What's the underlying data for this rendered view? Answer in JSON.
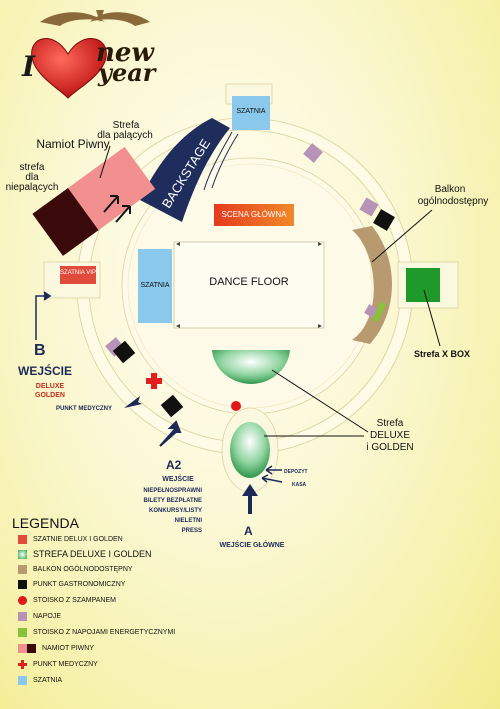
{
  "logo": {
    "letter_i": "I",
    "word_new": "new",
    "word_year": "year",
    "heart_color": "#d42222"
  },
  "zones": {
    "szatnia_top": "SZATNIA",
    "szatnia_left": "SZATNIA",
    "szatnia_vip": "SZATNIA VIP",
    "backstage": "BACKSTAGE",
    "scena": "SCENA GŁÓWNA",
    "dance_floor": "DANCE FLOOR"
  },
  "callouts": {
    "namiot_piwny": "Namiot Piwny",
    "strefa_palacych_1": "Strefa",
    "strefa_palacych_2": "dla palących",
    "strefa_niepalacych_1": "strefa",
    "strefa_niepalacych_2": "dla",
    "strefa_niepalacych_3": "niepalących",
    "balkon_1": "Balkon",
    "balkon_2": "ogólnodostępny",
    "xbox": "Strefa X BOX",
    "deluxe_1": "Strefa",
    "deluxe_2": "DELUXE",
    "deluxe_3": "i GOLDEN",
    "depozyt": "DEPOZYT",
    "kasa": "KASA"
  },
  "entrances": {
    "b_letter": "B",
    "b_label": "WEJŚCIE",
    "b_sub_1": "DELUXE",
    "b_sub_2": "GOLDEN",
    "punkt_medyczny": "PUNKT MEDYCZNY",
    "a2_letter": "A2",
    "a2_label": "WEJŚCIE",
    "a2_sub_1": "NIEPEŁNOSPRAWNI",
    "a2_sub_2": "BILETY BEZPŁATNE",
    "a2_sub_3": "KONKURSY/LISTY",
    "a2_sub_4": "NIELETNI",
    "a2_sub_5": "PRESS",
    "a_letter": "A",
    "a_label": "WEJŚCIE GŁÓWNE"
  },
  "legend": {
    "title": "LEGENDA",
    "items": [
      {
        "label": "SZATNIE DELUX I GOLDEN",
        "color": "#e04b3c"
      },
      {
        "label": "STREFA DELUXE I GOLDEN",
        "color": "#3aa35a"
      },
      {
        "label": "BALKON OGÓLNODOSTĘPNY",
        "color": "#b89a70"
      },
      {
        "label": "PUNKT GASTRONOMICZNY",
        "color": "#111111"
      },
      {
        "label": "STOISKO Z SZAMPANEM",
        "color": "#e01818"
      },
      {
        "label": "NAPOJE",
        "color": "#b893b8"
      },
      {
        "label": "STOISKO Z NAPOJAMI ENERGETYCZNYMI",
        "color": "#88c23a"
      },
      {
        "label": "NAMIOT PIWNY",
        "color": "#f29090",
        "color2": "#3a0a0a"
      },
      {
        "label": "PUNKT MEDYCZNY",
        "color": "#e02020"
      },
      {
        "label": "SZATNIA",
        "color": "#8ac8ec"
      }
    ]
  }
}
